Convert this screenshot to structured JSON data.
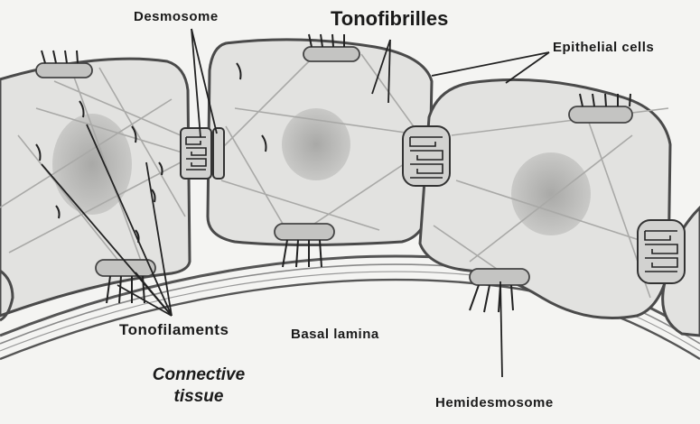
{
  "labels": {
    "desmosome": "Desmosome",
    "tonofibrilles": "Tonofibrilles",
    "epithelial_cells": "Epithelial cells",
    "tonofilaments": "Tonofilaments",
    "basal_lamina": "Basal lamina",
    "connective_tissue_line1": "Connective",
    "connective_tissue_line2": "tissue",
    "hemidesmosome": "Hemidesmosome"
  },
  "colors": {
    "background": "#f4f4f2",
    "cell_fill": "#e2e2e0",
    "nucleus": "#b9b9b7",
    "outline": "#4a4a4a",
    "fibril": "#a9a9a7",
    "plaque": "#c4c4c2"
  }
}
